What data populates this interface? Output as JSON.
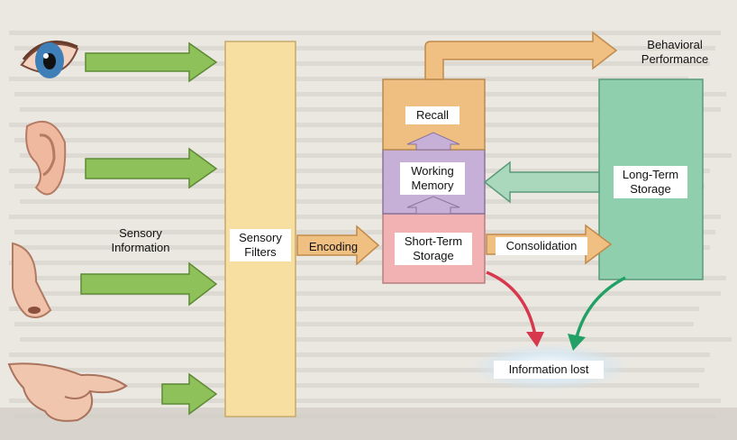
{
  "labels": {
    "sensory_information": "Sensory\nInformation",
    "sensory_filters": "Sensory\nFilters",
    "encoding": "Encoding",
    "short_term_storage": "Short-Term\nStorage",
    "working_memory": "Working\nMemory",
    "recall": "Recall",
    "consolidation": "Consolidation",
    "long_term_storage": "Long-Term\nStorage",
    "behavioral_performance": "Behavioral\nPerformance",
    "information_lost": "Information lost"
  },
  "icons": [
    "eye-icon",
    "ear-icon",
    "nose-icon",
    "hand-icon"
  ],
  "colors": {
    "sensory_arrow": "#8fc15a",
    "filter_column": "#f6dfa0",
    "flow_arrow": "#f0bf82",
    "recall_box": "#efbf82",
    "working_memory_box": "#c7b0d7",
    "short_term_box": "#f2b2b4",
    "long_term_box": "#8fcfae",
    "retrieval_arrow": "#a9d8bd",
    "loss_arrow_red": "#d8384e",
    "loss_arrow_green": "#22a066"
  }
}
